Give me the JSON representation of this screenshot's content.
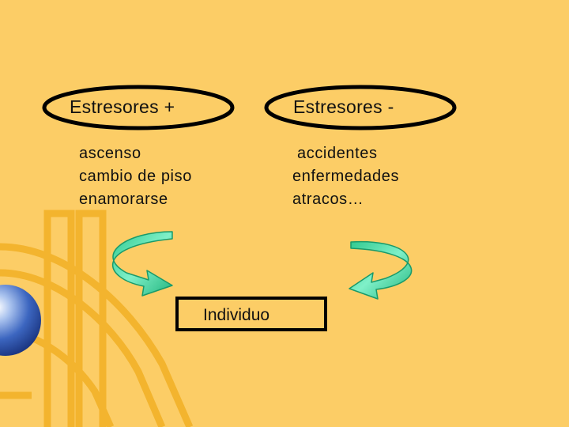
{
  "slide": {
    "background_color": "#FCCD66",
    "decoration_color": "#F3B42E",
    "positive_stressors": {
      "heading": "Estresores +",
      "examples": [
        "ascenso",
        "cambio de piso",
        "enamorarse"
      ]
    },
    "negative_stressors": {
      "heading": "Estresores -",
      "examples": [
        "accidentes",
        "enfermedades",
        "atracos…"
      ]
    },
    "center_box_label": "Individuo",
    "arrow_color": "#36D9A0",
    "globe_color": "#2D58B0"
  }
}
